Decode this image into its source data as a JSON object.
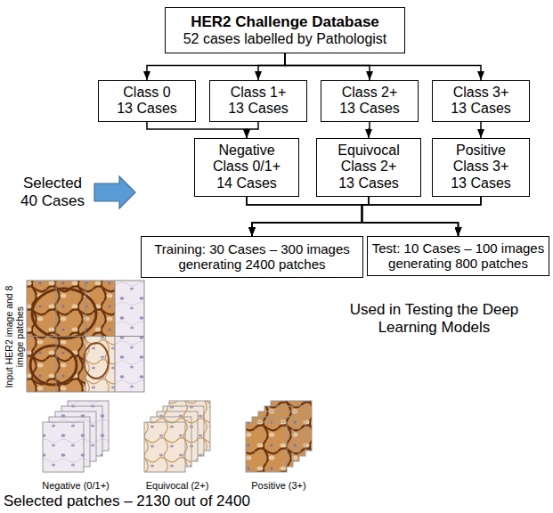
{
  "diagram": {
    "nodes": [
      {
        "text": [
          "HER2 Challenge Database",
          "52 cases labelled by Pathologist"
        ]
      },
      {
        "text": [
          "Class 0",
          "13 Cases"
        ]
      },
      {
        "text": [
          "Class 1+",
          "13 Cases"
        ]
      },
      {
        "text": [
          "Class 2+",
          "13 Cases"
        ]
      },
      {
        "text": [
          "Class 3+",
          "13 Cases"
        ]
      },
      {
        "text": [
          "Negative",
          "Class 0/1+",
          "14 Cases"
        ]
      },
      {
        "text": [
          "Equivocal",
          "Class 2+",
          "13 Cases"
        ]
      },
      {
        "text": [
          "Positive",
          "Class 3+",
          "13 Cases"
        ]
      },
      {
        "text": [
          "Training: 30 Cases – 300 images generating 2400 patches"
        ]
      },
      {
        "text": [
          "Test: 10 Cases – 100 images generating 800 patches"
        ]
      }
    ],
    "edges": [
      {
        "from": 0,
        "to": 1,
        "arrow": "to"
      },
      {
        "from": 0,
        "to": 2,
        "arrow": "to"
      },
      {
        "from": 0,
        "to": 3,
        "arrow": "to"
      },
      {
        "from": 0,
        "to": 4,
        "arrow": "to"
      },
      {
        "from": 1,
        "to": 5,
        "arrow": "to"
      },
      {
        "from": 2,
        "to": 5,
        "arrow": "to"
      },
      {
        "from": 3,
        "to": 6,
        "arrow": "to"
      },
      {
        "from": 4,
        "to": 7,
        "arrow": "to"
      },
      {
        "from": 5,
        "to": 8,
        "arrow": "to"
      },
      {
        "from": 5,
        "to": 9,
        "arrow": "to"
      },
      {
        "from": 6,
        "to": 8,
        "arrow": "to"
      },
      {
        "from": 6,
        "to": 9,
        "arrow": "to"
      },
      {
        "from": 7,
        "to": 8,
        "arrow": "to"
      },
      {
        "from": 7,
        "to": 9,
        "arrow": "to"
      }
    ],
    "labels": [
      "Selected 40 Cases",
      "Input HER2 image and 8 image patches",
      "Used in Testing the Deep Learning Models",
      "Negative (0/1+)",
      "Equivocal (2+)",
      "Positive (3+)",
      "Selected patches – 2130 out of 2400"
    ]
  }
}
